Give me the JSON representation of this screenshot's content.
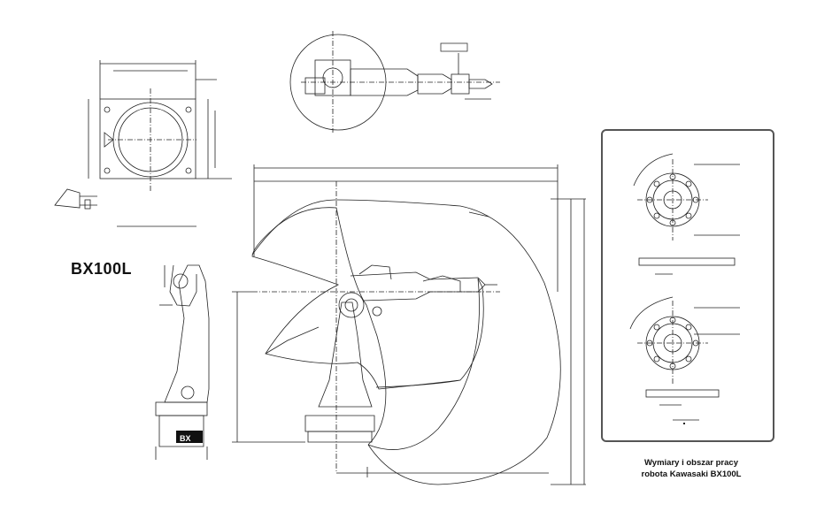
{
  "model": "BX100L",
  "caption_lines": [
    "Wymiary i obszar pracy",
    "robota Kawasaki BX100L"
  ],
  "base_label": "BX",
  "colors": {
    "line": "#222222",
    "frame": "#555555",
    "background": "#ffffff"
  }
}
